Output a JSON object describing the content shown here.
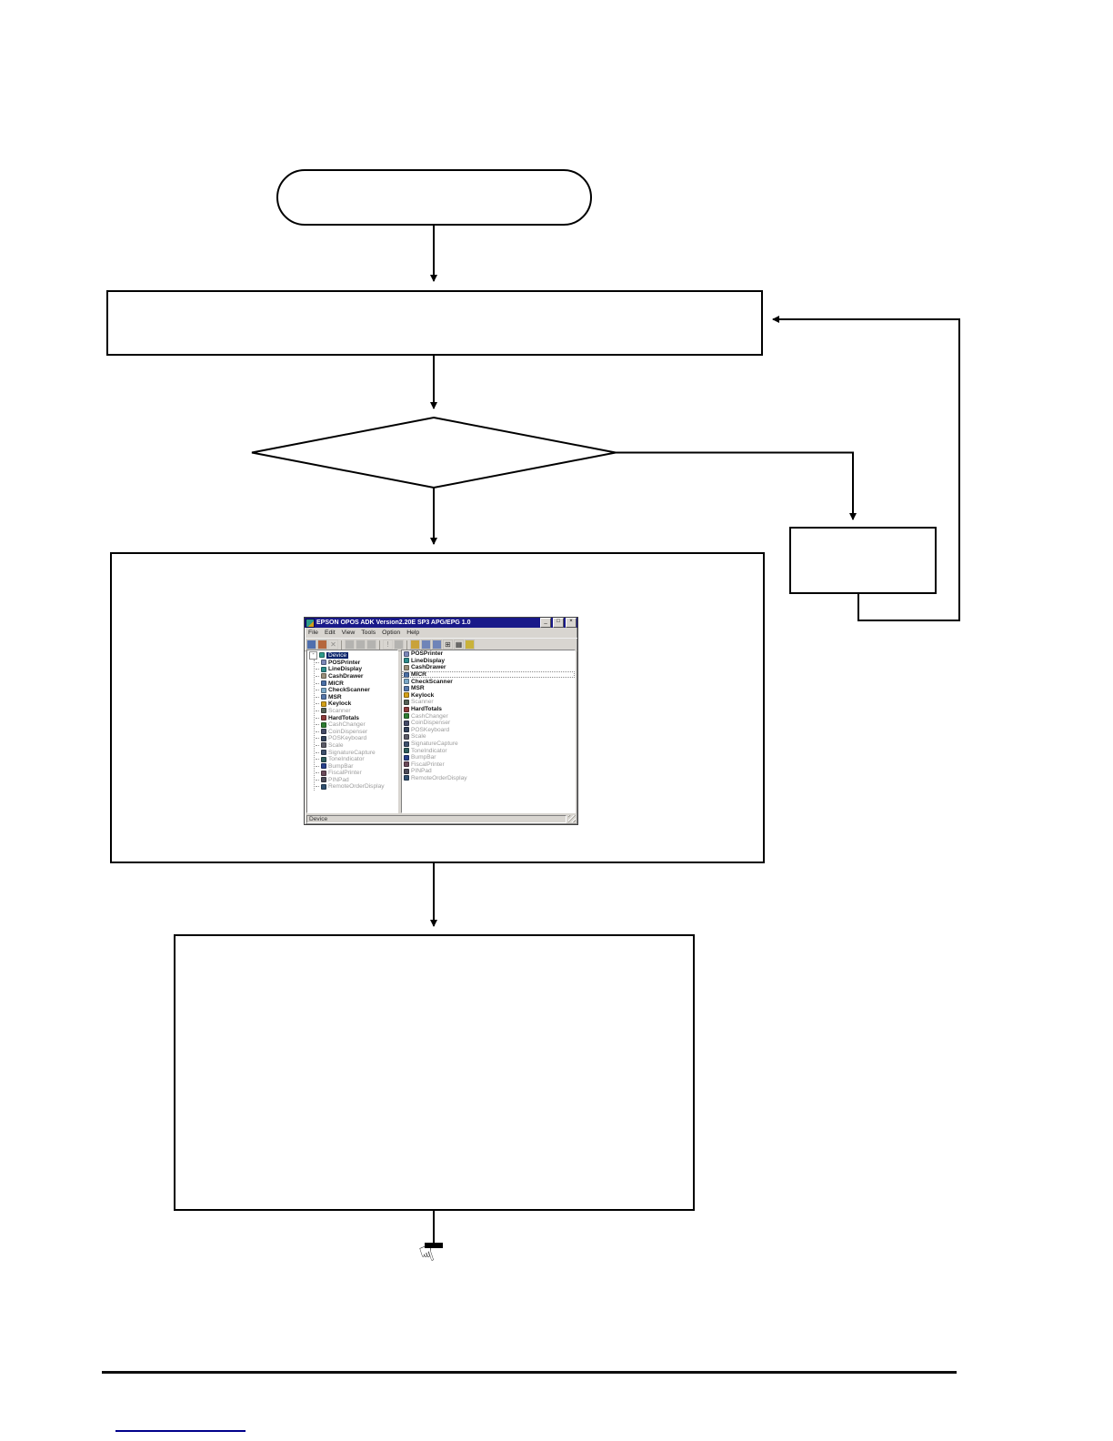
{
  "window": {
    "title": "EPSON OPOS ADK Version2.20E SP3 APG/EPG 1.0",
    "controls": {
      "minimize": "_",
      "maximize": "□",
      "close": "×"
    },
    "menu": [
      "File",
      "Edit",
      "View",
      "Tools",
      "Option",
      "Help"
    ],
    "toolbar": [
      {
        "name": "setup-device-icon",
        "glyph": "",
        "color": "#4f6fae",
        "enabled": true,
        "sep": false
      },
      {
        "name": "check-health-icon",
        "glyph": "",
        "color": "#b5673d",
        "enabled": true,
        "sep": false
      },
      {
        "name": "delete-device-icon",
        "glyph": "✕",
        "color": "",
        "enabled": false,
        "sep": true
      },
      {
        "name": "cut-icon",
        "glyph": "",
        "color": "#8a8a8a",
        "enabled": false,
        "sep": false
      },
      {
        "name": "copy-icon",
        "glyph": "",
        "color": "#8a8a8a",
        "enabled": false,
        "sep": false
      },
      {
        "name": "paste-icon",
        "glyph": "",
        "color": "#8a8a8a",
        "enabled": false,
        "sep": true
      },
      {
        "name": "property-icon",
        "glyph": "!",
        "color": "",
        "enabled": false,
        "sep": false
      },
      {
        "name": "report-icon",
        "glyph": "",
        "color": "#8a8a8a",
        "enabled": false,
        "sep": true
      },
      {
        "name": "folder-icon",
        "glyph": "",
        "color": "#c9a23a",
        "enabled": true,
        "sep": false
      },
      {
        "name": "tree-expand-icon",
        "glyph": "",
        "color": "#6f84b8",
        "enabled": true,
        "sep": false
      },
      {
        "name": "tree-collapse-icon",
        "glyph": "",
        "color": "#6f84b8",
        "enabled": true,
        "sep": false
      },
      {
        "name": "list-view-icon",
        "glyph": "⊞",
        "color": "",
        "enabled": true,
        "sep": false
      },
      {
        "name": "detail-view-icon",
        "glyph": "▦",
        "color": "",
        "enabled": true,
        "sep": false
      },
      {
        "name": "help-key-icon",
        "glyph": "",
        "color": "#c9b23a",
        "enabled": true,
        "sep": false
      }
    ],
    "tree_root": "Device",
    "expander_glyph": "-",
    "devices": [
      {
        "label": "POSPrinter",
        "enabled": true,
        "icon_color": "#7c87b8",
        "focused": false
      },
      {
        "label": "LineDisplay",
        "enabled": true,
        "icon_color": "#2e8b8b",
        "focused": false
      },
      {
        "label": "CashDrawer",
        "enabled": true,
        "icon_color": "#9a8f7a",
        "focused": false
      },
      {
        "label": "MICR",
        "enabled": true,
        "icon_color": "#4a6fa5",
        "focused": true
      },
      {
        "label": "CheckScanner",
        "enabled": true,
        "icon_color": "#7aa7c7",
        "focused": false
      },
      {
        "label": "MSR",
        "enabled": true,
        "icon_color": "#5577aa",
        "focused": false
      },
      {
        "label": "Keylock",
        "enabled": true,
        "icon_color": "#d4a017",
        "focused": false
      },
      {
        "label": "Scanner",
        "enabled": false,
        "icon_color": "#556055",
        "focused": false
      },
      {
        "label": "HardTotals",
        "enabled": true,
        "icon_color": "#8b3a3a",
        "focused": false
      },
      {
        "label": "CashChanger",
        "enabled": false,
        "icon_color": "#2e7d32",
        "focused": false
      },
      {
        "label": "CoinDispenser",
        "enabled": false,
        "icon_color": "#444a66",
        "focused": false
      },
      {
        "label": "POSKeyboard",
        "enabled": false,
        "icon_color": "#33425b",
        "focused": false
      },
      {
        "label": "Scale",
        "enabled": false,
        "icon_color": "#5a5a66",
        "focused": false
      },
      {
        "label": "SignatureCapture",
        "enabled": false,
        "icon_color": "#3d4f6b",
        "focused": false
      },
      {
        "label": "ToneIndicator",
        "enabled": false,
        "icon_color": "#2f5d5d",
        "focused": false
      },
      {
        "label": "BumpBar",
        "enabled": false,
        "icon_color": "#27408b",
        "focused": false
      },
      {
        "label": "FiscalPrinter",
        "enabled": false,
        "icon_color": "#6b4a5a",
        "focused": false
      },
      {
        "label": "PINPad",
        "enabled": false,
        "icon_color": "#4a4a58",
        "focused": false
      },
      {
        "label": "RemoteOrderDisplay",
        "enabled": false,
        "icon_color": "#2f4f6f",
        "focused": false
      }
    ],
    "status": "Device"
  },
  "icons": {
    "continue_hand_glyph": "☟"
  },
  "colors": {
    "titlebar": "#191989",
    "chrome": "#d8d5d0",
    "selection": "#0a246a",
    "enabled_text": "#141414",
    "disabled_text": "#9c9c9c",
    "flow_line": "#000000",
    "footer_link": "#00008b"
  }
}
